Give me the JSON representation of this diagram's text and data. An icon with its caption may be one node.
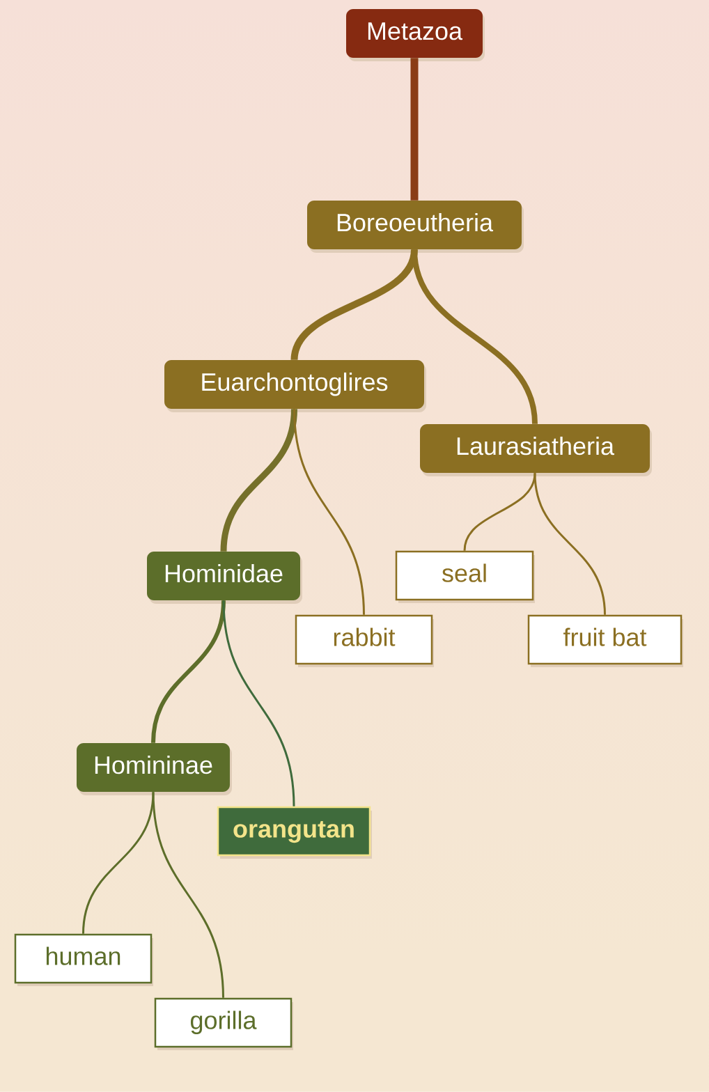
{
  "diagram": {
    "nodes": [
      {
        "text": [
          "Metazoa"
        ]
      },
      {
        "text": [
          "Boreoeutheria"
        ]
      },
      {
        "text": [
          "Euarchontoglires"
        ]
      },
      {
        "text": [
          "Laurasiatheria"
        ]
      },
      {
        "text": [
          "Hominidae"
        ]
      },
      {
        "text": [
          "rabbit"
        ]
      },
      {
        "text": [
          "seal"
        ]
      },
      {
        "text": [
          "fruit bat"
        ]
      },
      {
        "text": [
          "Homininae"
        ]
      },
      {
        "text": [
          "orangutan"
        ]
      },
      {
        "text": [
          "human"
        ]
      },
      {
        "text": [
          "gorilla"
        ]
      }
    ],
    "edges": [
      {
        "from": 0,
        "to": 1,
        "arrow": "none",
        "style": "thick",
        "color": "#8a3d16"
      },
      {
        "from": 1,
        "to": 2,
        "arrow": "none",
        "style": "thick"
      },
      {
        "from": 1,
        "to": 3,
        "arrow": "none",
        "style": "thick"
      },
      {
        "from": 2,
        "to": 4,
        "arrow": "none",
        "style": "thick",
        "color": "#75702a"
      },
      {
        "from": 2,
        "to": 5,
        "arrow": "none"
      },
      {
        "from": 3,
        "to": 6,
        "arrow": "none"
      },
      {
        "from": 3,
        "to": 7,
        "arrow": "none"
      },
      {
        "from": 4,
        "to": 8,
        "arrow": "none",
        "style": "thick",
        "color": "#5d6e2a"
      },
      {
        "from": 4,
        "to": 9,
        "arrow": "none",
        "color": "#3f6b3c"
      },
      {
        "from": 8,
        "to": 10,
        "arrow": "none",
        "color": "#5d6e2a"
      },
      {
        "from": 8,
        "to": 11,
        "arrow": "none",
        "color": "#5d6e2a"
      }
    ]
  }
}
